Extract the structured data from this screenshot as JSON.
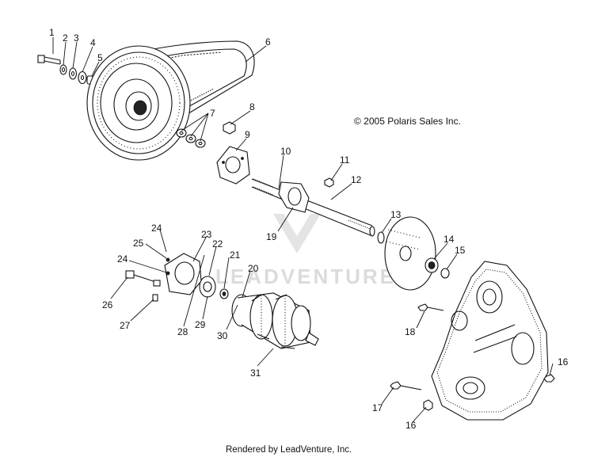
{
  "copyright": "© 2005 Polaris Sales Inc.",
  "footer": "Rendered by LeadVenture, Inc.",
  "watermark": "LEADVENTURE",
  "callouts": {
    "c1": "1",
    "c2": "2",
    "c3": "3",
    "c4": "4",
    "c5": "5",
    "c6": "6",
    "c7": "7",
    "c8": "8",
    "c9": "9",
    "c10": "10",
    "c11": "11",
    "c12": "12",
    "c13": "13",
    "c14": "14",
    "c15": "15",
    "c16a": "16",
    "c16b": "16",
    "c17": "17",
    "c18": "18",
    "c19": "19",
    "c20": "20",
    "c21": "21",
    "c22": "22",
    "c23": "23",
    "c24a": "24",
    "c24b": "24",
    "c25": "25",
    "c26": "26",
    "c27": "27",
    "c28": "28",
    "c29": "29",
    "c30": "30",
    "c31": "31"
  }
}
